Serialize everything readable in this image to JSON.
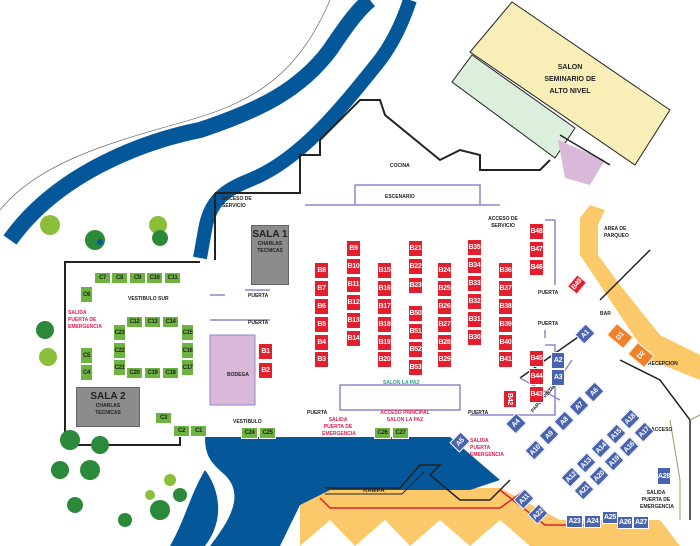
{
  "rooms": {
    "sala1": {
      "title": "SALA 1",
      "subtitle": "CHARLAS TECNICAS"
    },
    "sala2": {
      "title": "SALA 2",
      "subtitle": "CHARLAS TECNICAS"
    },
    "seminario": {
      "line1": "SALON",
      "line2": "SEMINARIO DE",
      "line3": "ALTO NIVEL"
    }
  },
  "labels": {
    "cocina": "COCINA",
    "escenario": "ESCENARIO",
    "acceso_servicio_left": "ACCESO DE SERVICIO",
    "acceso_servicio_right": "ACCESO DE SERVICIO",
    "vestibulo_sur": "VESTIBULO SUR",
    "vestibulo": "VESTIBULO",
    "bodega": "BODEGA",
    "puerta": "PUERTA",
    "salon_la_paz": "SALON LA PAZ",
    "acceso_principal": "ACCESO PRINCIPAL SALON LA PAZ",
    "salida_emergencia": "SALIDA PUERTA DE EMERGENCIA",
    "salida_puerta_emergencia": "SALIDA PUERTA EMERGENCIA",
    "pared_virtual": "PARED VIRTUAL",
    "area_parqueo": "AREA DE PARQUEO",
    "bar": "BAR",
    "recepcion": "RECEPCION",
    "acceso": "ACCESO",
    "rampa": "RAMPA"
  },
  "booths": {
    "B": [
      "B1",
      "B2",
      "B3",
      "B4",
      "B5",
      "B6",
      "B7",
      "B8",
      "B9",
      "B10",
      "B11",
      "B12",
      "B13",
      "B14",
      "B15",
      "B16",
      "B17",
      "B18",
      "B19",
      "B20",
      "B21",
      "B22",
      "B23",
      "B24",
      "B25",
      "B26",
      "B27",
      "B28",
      "B29",
      "B30",
      "B31",
      "B32",
      "B33",
      "B34",
      "B35",
      "B36",
      "B37",
      "B38",
      "B39",
      "B40",
      "B41",
      "B42",
      "B43",
      "B44",
      "B45",
      "B46",
      "B47",
      "B48",
      "B49",
      "B50",
      "B51",
      "B52",
      "B53"
    ],
    "C": [
      "C1",
      "C2",
      "C3",
      "C4",
      "C5",
      "C6",
      "C7",
      "C8",
      "C9",
      "C10",
      "C11",
      "C12",
      "C13",
      "C14",
      "C15",
      "C16",
      "C17",
      "C18",
      "C19",
      "C20",
      "C21",
      "C22",
      "C23",
      "C24",
      "C25",
      "C26",
      "C27"
    ],
    "A": [
      "A1",
      "A2",
      "A3",
      "A4",
      "A5",
      "A6",
      "A7",
      "A8",
      "A9",
      "A10",
      "A11",
      "A12",
      "A13",
      "A14",
      "A15",
      "A16",
      "A17",
      "A18",
      "A19",
      "A20",
      "A21",
      "A22",
      "A23",
      "A24",
      "A25",
      "A26",
      "A27",
      "A28"
    ],
    "D": [
      "D1",
      "D2"
    ]
  },
  "colors": {
    "b_booth": "#e31e2d",
    "c_booth": "#6cb33f",
    "a_booth": "#4a63ae",
    "d_booth": "#f0802a",
    "water": "#04589a",
    "sand": "#fcc96a"
  }
}
